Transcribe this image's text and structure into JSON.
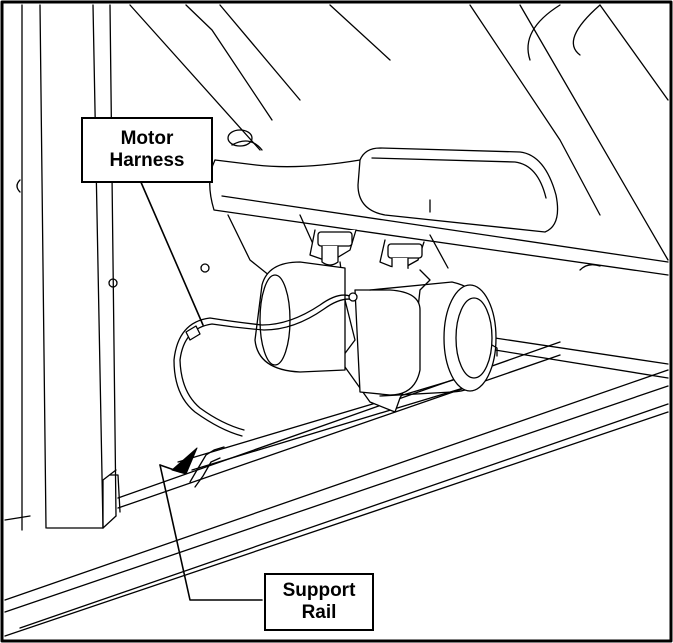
{
  "callouts": {
    "motor_harness": {
      "line1": "Motor",
      "line2": "Harness"
    },
    "support_rail": {
      "line1": "Support",
      "line2": "Rail"
    }
  },
  "colors": {
    "line": "#000000",
    "background": "#ffffff"
  }
}
